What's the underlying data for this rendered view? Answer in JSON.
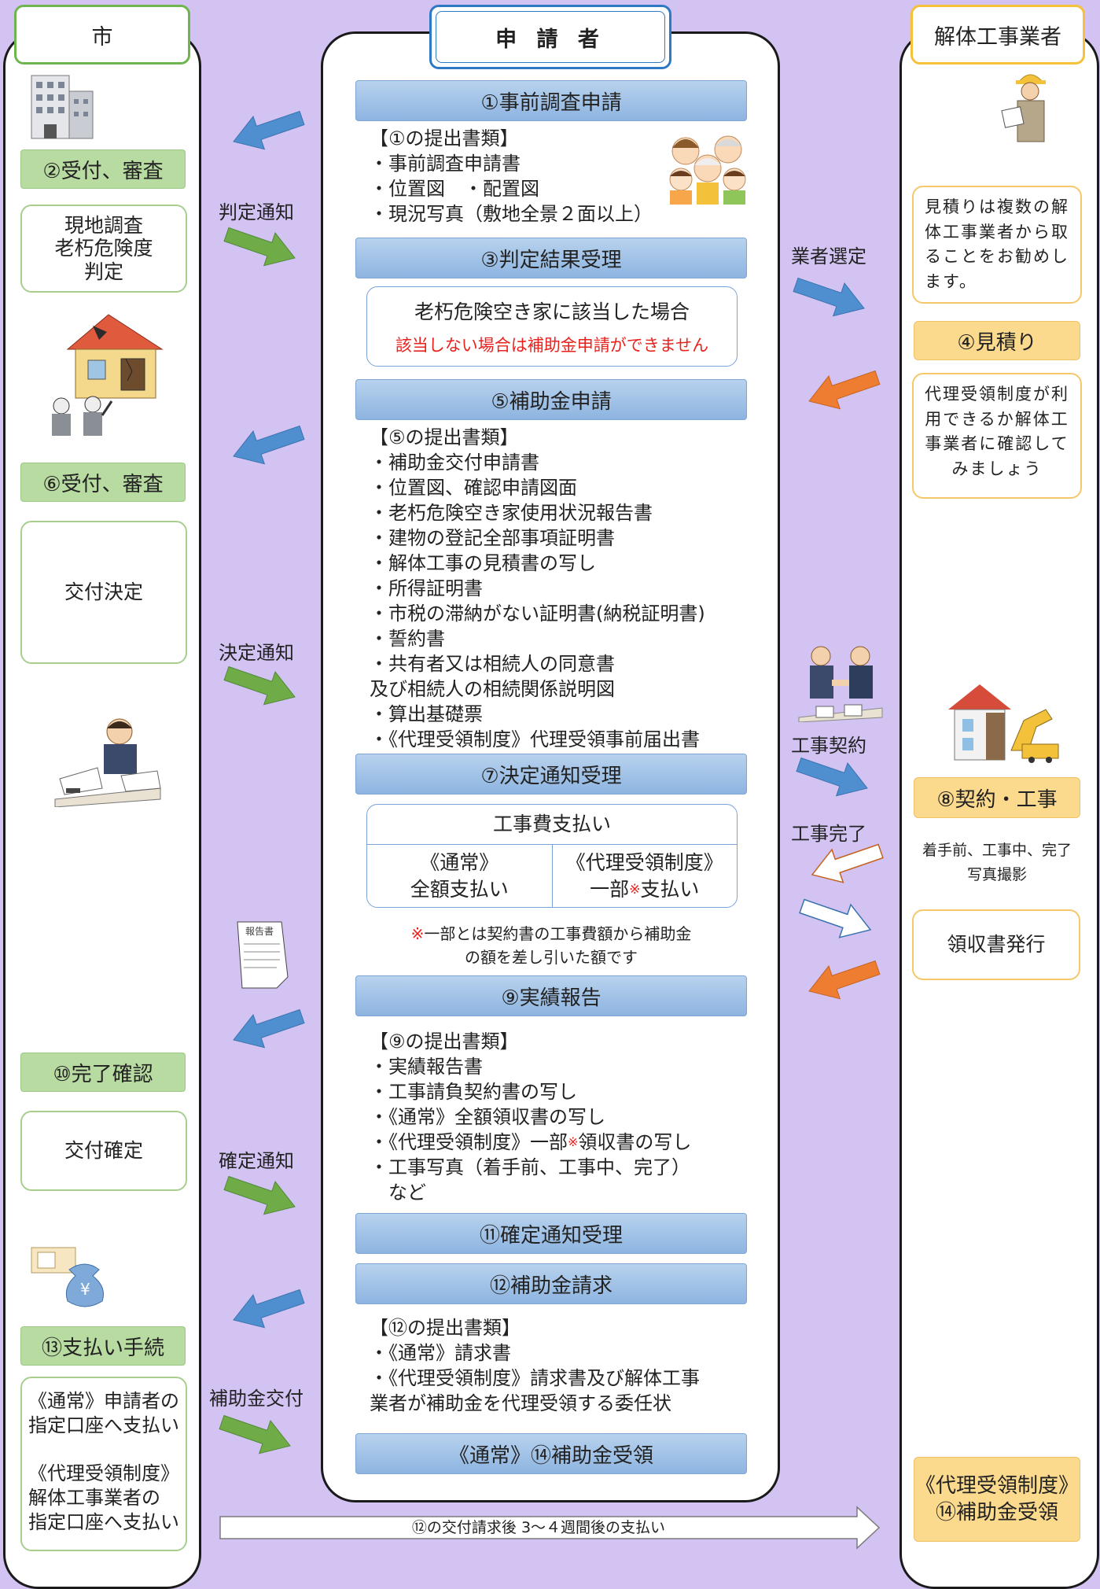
{
  "headers": {
    "city": "市",
    "applicant": "申 請 者",
    "contractor": "解体工事業者"
  },
  "applicant_steps": {
    "s1": "①事前調査申請",
    "s3": "③判定結果受理",
    "s5": "⑤補助金申請",
    "s7": "⑦決定通知受理",
    "s9": "⑨実績報告",
    "s11": "⑪確定通知受理",
    "s12": "⑫補助金請求",
    "s14": "《通常》⑭補助金受領"
  },
  "docs1": {
    "title": "【①の提出書類】",
    "items": [
      "・事前調査申請書",
      "・位置図　・配置図",
      "・現況写真（敷地全景２面以上）"
    ]
  },
  "judgement": {
    "main": "老朽危険空き家に該当した場合",
    "warning": "該当しない場合は補助金申請ができません"
  },
  "docs5": {
    "title": "【⑤の提出書類】",
    "items": [
      "・補助金交付申請書",
      "・位置図、確認申請図面",
      "・老朽危険空き家使用状況報告書",
      "・建物の登記全部事項証明書",
      "・解体工事の見積書の写し",
      "・所得証明書",
      "・市税の滞納がない証明書(納税証明書)",
      "・誓約書",
      "・共有者又は相続人の同意書",
      "及び相続人の相続関係説明図",
      "・算出基礎票",
      "・《代理受領制度》代理受領事前届出書"
    ]
  },
  "payment_table": {
    "title": "工事費支払い",
    "left_top": "《通常》",
    "left_bottom": "全額支払い",
    "right_top": "《代理受領制度》",
    "right_bottom_a": "一部",
    "right_bottom_mark": "※",
    "right_bottom_b": "支払い"
  },
  "note": {
    "mark": "※",
    "line1": "一部とは契約書の工事費額から補助金",
    "line2": "の額を差し引いた額です"
  },
  "docs9": {
    "title": "【⑨の提出書類】",
    "items": [
      "・実績報告書",
      "・工事請負契約書の写し",
      "・《通常》全額領収書の写し"
    ],
    "item4_a": "・《代理受領制度》一部",
    "item4_mark": "※",
    "item4_b": "領収書の写し",
    "items_after": [
      "・工事写真（着手前、工事中、完了）",
      "　など"
    ]
  },
  "docs12": {
    "title": "【⑫の提出書類】",
    "items": [
      "・《通常》請求書",
      "・《代理受領制度》請求書及び解体工事",
      "業者が補助金を代理受領する委任状"
    ]
  },
  "city_steps": {
    "s2": "②受付、審査",
    "survey": "現地調査\n老朽危険度\n判定",
    "s6": "⑥受付、審査",
    "decision": "交付決定",
    "s10": "⑩完了確認",
    "confirm": "交付確定",
    "s13": "⑬支払い手続",
    "payment_a": "《通常》申請者の\n指定口座へ支払い",
    "payment_b": "《代理受領制度》\n解体工事業者の\n指定口座へ支払い"
  },
  "contractor": {
    "advice": "見積りは複数の解体工事業者から取ることをお勧めします。",
    "s4": "④見積り",
    "proxy": "代理受領制度が利用できるか解体工事業者に確認してみましょう",
    "s8": "⑧契約・工事",
    "photos": "着手前、工事中、完了\n写真撮影",
    "receipt": "領収書発行",
    "s14": "《代理受領制度》\n⑭補助金受領"
  },
  "arrow_labels": {
    "judgement_notice": "判定通知",
    "contractor_select": "業者選定",
    "decision_notice": "決定通知",
    "contract": "工事契約",
    "completion": "工事完了",
    "confirm_notice": "確定通知",
    "subsidy_grant": "補助金交付",
    "timeline": "⑫の交付請求後 3～４週間後の支払い"
  },
  "colors": {
    "background": "#d3c3f2",
    "blue_step": "#9fc2e7",
    "green_step": "#b8dba2",
    "orange_step": "#fbd98d",
    "blue_arrow": "#4f8fd0",
    "green_arrow": "#6fac47",
    "orange_arrow": "#ef7d31",
    "warning": "#e8221d"
  },
  "illustrations": [
    "building-icon",
    "family-icon",
    "worker-clipboard-icon",
    "damaged-house-icon",
    "inspectors-icon",
    "handshake-icon",
    "demolition-house-icon",
    "official-desk-icon",
    "report-document-icon",
    "money-bag-icon"
  ]
}
